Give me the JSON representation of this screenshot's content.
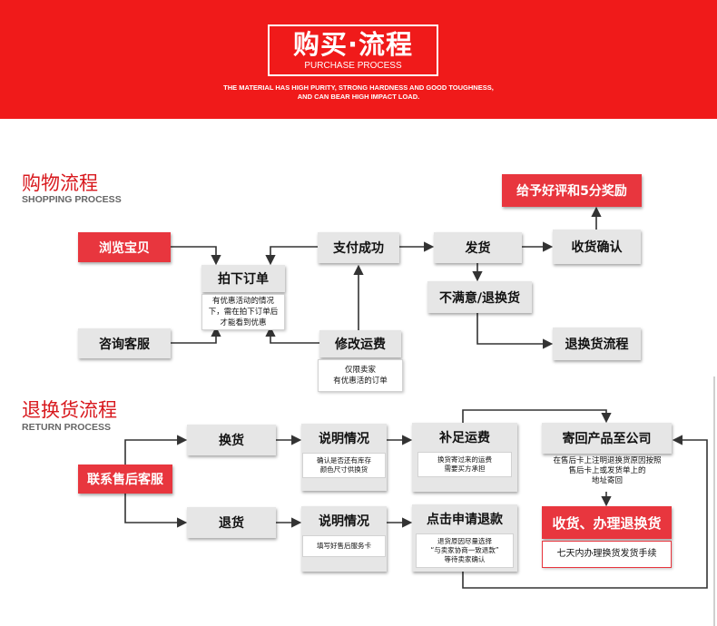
{
  "header": {
    "title_cn": "购买·流程",
    "title_en": "PURCHASE PROCESS",
    "subtitle_line1": "THE MATERIAL HAS HIGH PURITY, STRONG HARDNESS AND GOOD TOUGHNESS,",
    "subtitle_line2": "AND CAN BEAR HIGH IMPACT LOAD."
  },
  "shopping": {
    "title_cn": "购物流程",
    "title_en": "SHOPPING PROCESS",
    "browse": "浏览宝贝",
    "place_order": "拍下订单",
    "order_note": "有优惠活动的情况下，需在拍下订单后才能看到优惠",
    "consult": "咨询客服",
    "pay": "支付成功",
    "modify_fee": "修改运费",
    "modify_note_1": "仅限卖家",
    "modify_note_2": "有优惠活的订单",
    "ship": "发货",
    "receive": "收货确认",
    "rating": "给予好评和5分奖励",
    "unsatisfied": "不满意/退换货",
    "return_flow": "退换货流程"
  },
  "returns": {
    "title_cn": "退换货流程",
    "title_en": "RETURN PROCESS",
    "contact": "联系售后客服",
    "exchange": "换货",
    "explain1": "说明情况",
    "explain1_note_1": "确认是否还有库存",
    "explain1_note_2": "颜色尺寸供换货",
    "extra_fee": "补足运费",
    "extra_fee_note_1": "换货寄过来的运费",
    "extra_fee_note_2": "需要买方承担",
    "send_back": "寄回产品至公司",
    "send_back_note_1": "在售后卡上注明退换货原因按照",
    "send_back_note_2": "售后卡上或发货单上的",
    "send_back_note_3": "地址寄回",
    "refund": "退货",
    "explain2": "说明情况",
    "explain2_note": "填写好售后服务卡",
    "apply_refund": "点击申请退款",
    "apply_note_1": "退货原因尽量选择",
    "apply_note_2": "“与卖家协商一致退款”",
    "apply_note_3": "等待卖家确认",
    "final": "收货、办理退换货",
    "final_note": "七天内办理换货发货手续"
  },
  "colors": {
    "banner": "#f01a1a",
    "accent": "#e8363e",
    "box": "#e6e6e6",
    "line": "#333333"
  }
}
